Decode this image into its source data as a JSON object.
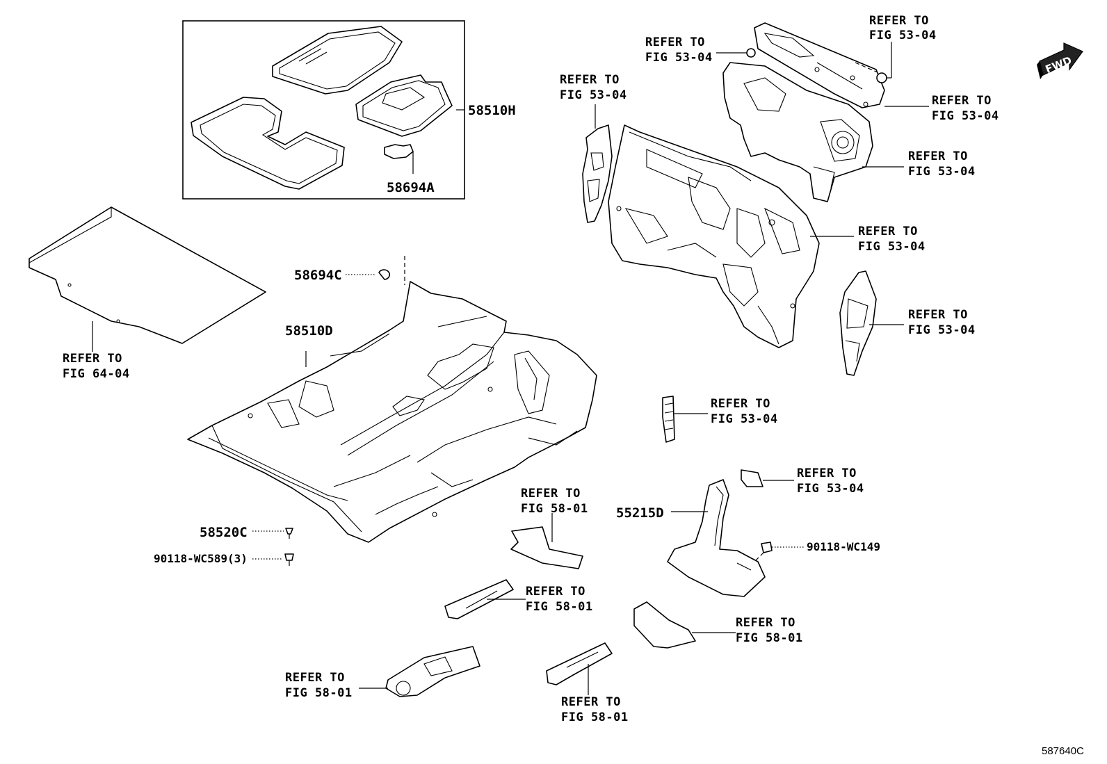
{
  "figure_id": "587640C",
  "direction_label": "FWD",
  "parts": {
    "p58510H": "58510H",
    "p58694A": "58694A",
    "p58694C": "58694C",
    "p58510D": "58510D",
    "p58520C": "58520C",
    "p90118_WC589": "90118-WC589(3)",
    "p55215D": "55215D",
    "p90118_WC149": "90118-WC149"
  },
  "refs": {
    "r1": {
      "line1": "REFER TO",
      "line2": "FIG 64-04"
    },
    "r2": {
      "line1": "REFER TO",
      "line2": "FIG 53-04"
    },
    "r3": {
      "line1": "REFER TO",
      "line2": "FIG 53-04"
    },
    "r4": {
      "line1": "REFER TO",
      "line2": "FIG 53-04"
    },
    "r5": {
      "line1": "REFER TO",
      "line2": "FIG 53-04"
    },
    "r6": {
      "line1": "REFER TO",
      "line2": "FIG 53-04"
    },
    "r7": {
      "line1": "REFER TO",
      "line2": "FIG 53-04"
    },
    "r8": {
      "line1": "REFER TO",
      "line2": "FIG 53-04"
    },
    "r9": {
      "line1": "REFER TO",
      "line2": "FIG 53-04"
    },
    "r10": {
      "line1": "REFER TO",
      "line2": "FIG 53-04"
    },
    "r11": {
      "line1": "REFER TO",
      "line2": "FIG 58-01"
    },
    "r12": {
      "line1": "REFER TO",
      "line2": "FIG 58-01"
    },
    "r13": {
      "line1": "REFER TO",
      "line2": "FIG 58-01"
    },
    "r14": {
      "line1": "REFER TO",
      "line2": "FIG 58-01"
    },
    "r15": {
      "line1": "REFER TO",
      "line2": "FIG 58-01"
    }
  }
}
